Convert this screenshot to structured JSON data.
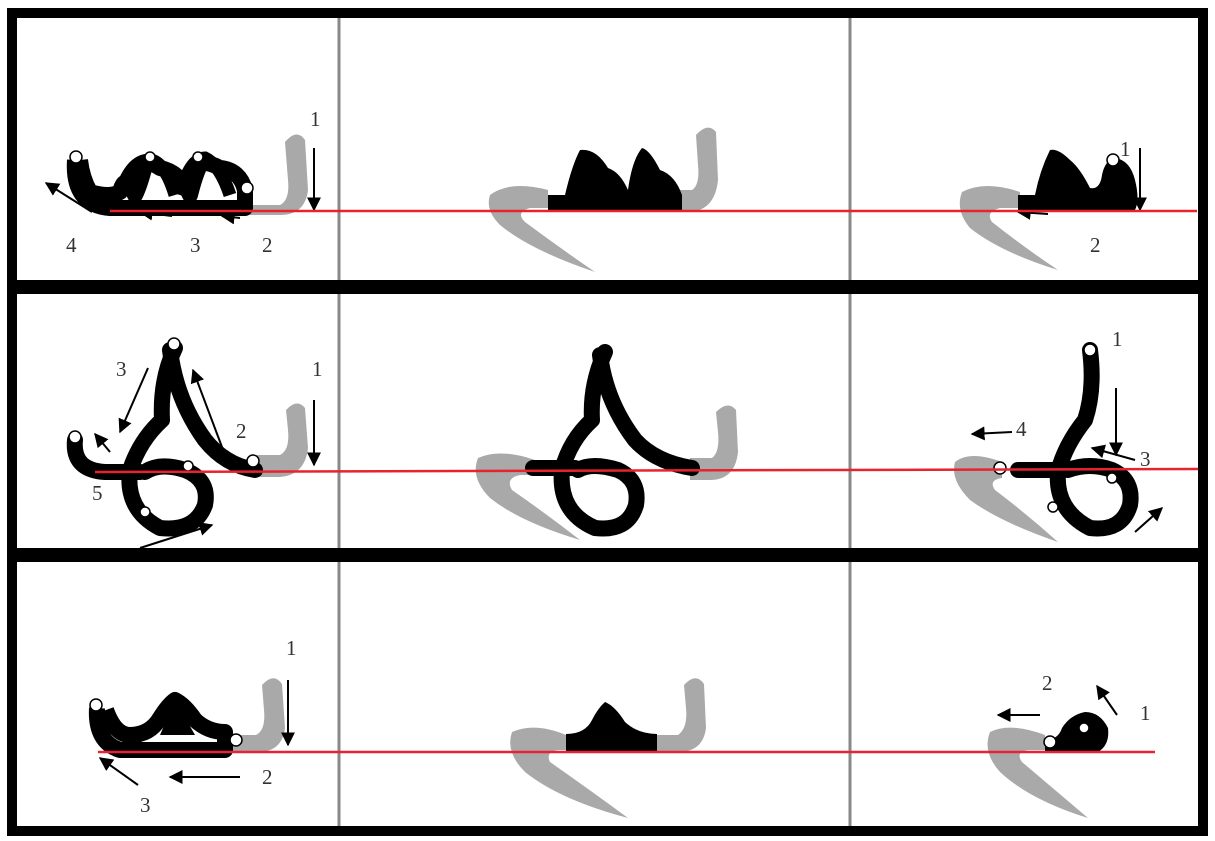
{
  "colors": {
    "frame": "#000000",
    "divider": "#888888",
    "baseline": "#e8232f",
    "ink": "#000000",
    "ghost": "#a9a9a9",
    "start_dot": "#ffffff",
    "numbers": "#333333"
  },
  "rows": [
    {
      "row": "top",
      "cells": [
        {
          "cell": "left",
          "labels": [
            "1",
            "2",
            "3",
            "4"
          ]
        },
        {
          "cell": "middle",
          "labels": []
        },
        {
          "cell": "right",
          "labels": [
            "1",
            "2"
          ]
        }
      ]
    },
    {
      "row": "middle",
      "cells": [
        {
          "cell": "left",
          "labels": [
            "1",
            "2",
            "3",
            "5"
          ]
        },
        {
          "cell": "middle",
          "labels": []
        },
        {
          "cell": "right",
          "labels": [
            "1",
            "3",
            "4"
          ]
        }
      ]
    },
    {
      "row": "bottom",
      "cells": [
        {
          "cell": "left",
          "labels": [
            "1",
            "2",
            "3"
          ]
        },
        {
          "cell": "middle",
          "labels": []
        },
        {
          "cell": "right",
          "labels": [
            "1",
            "2"
          ]
        }
      ]
    }
  ]
}
